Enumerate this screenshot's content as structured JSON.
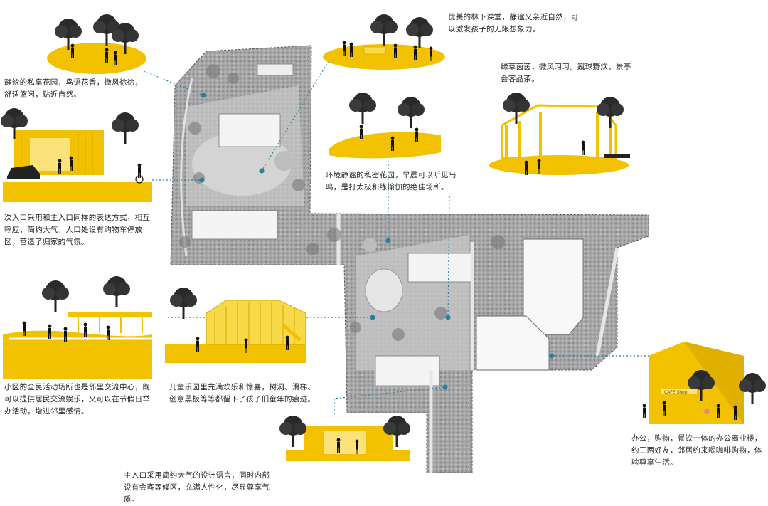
{
  "captions": {
    "private_garden": "静谧的私享花园，鸟语花香，微风徐徐，舒适悠闲，贴近自然。",
    "forest_class": "优美的林下课堂，静谧又亲近自然，可以激发孩子的无限想象力。",
    "lawn": "绿草茵茵，微风习习。蹴球野炊，景亭会客品茶。",
    "quiet_garden": "环境静谧的私密花园，早晨可以听见乌鸣，是打太极和练瑜伽的绝佳场所。",
    "secondary_entry": "次入口采用和主入口同样的表达方式，相互呼应，简约大气，人口处设有购物车停放区，营造了归家的气氛。",
    "activity_center": "小区的全民活动场所也是邻里交流中心，既可以提供居民交流娱乐，又可以在节假日举办活动，增进邻里感情。",
    "playground": "儿童乐园里充满欢乐和惊喜，树洞、滑梯、创意黑板等等都留下了孩子们童年的痕迹。",
    "main_entry": "主入口采用简约大气的设计语言，同时内部设有会客等候区，充满人性化，尽显尊享气质。",
    "commercial": "办公，购物，餐饮一体的办公商业楼，约三两好友，邻居约来喝咖啡购物，体验尊享生活。",
    "shop_sign": "CAFE Shop"
  },
  "colors": {
    "accent_yellow": "#f2c200",
    "leader_blue": "#2a7f9e",
    "site_gray": "#9a9a9a",
    "text": "#222222"
  }
}
